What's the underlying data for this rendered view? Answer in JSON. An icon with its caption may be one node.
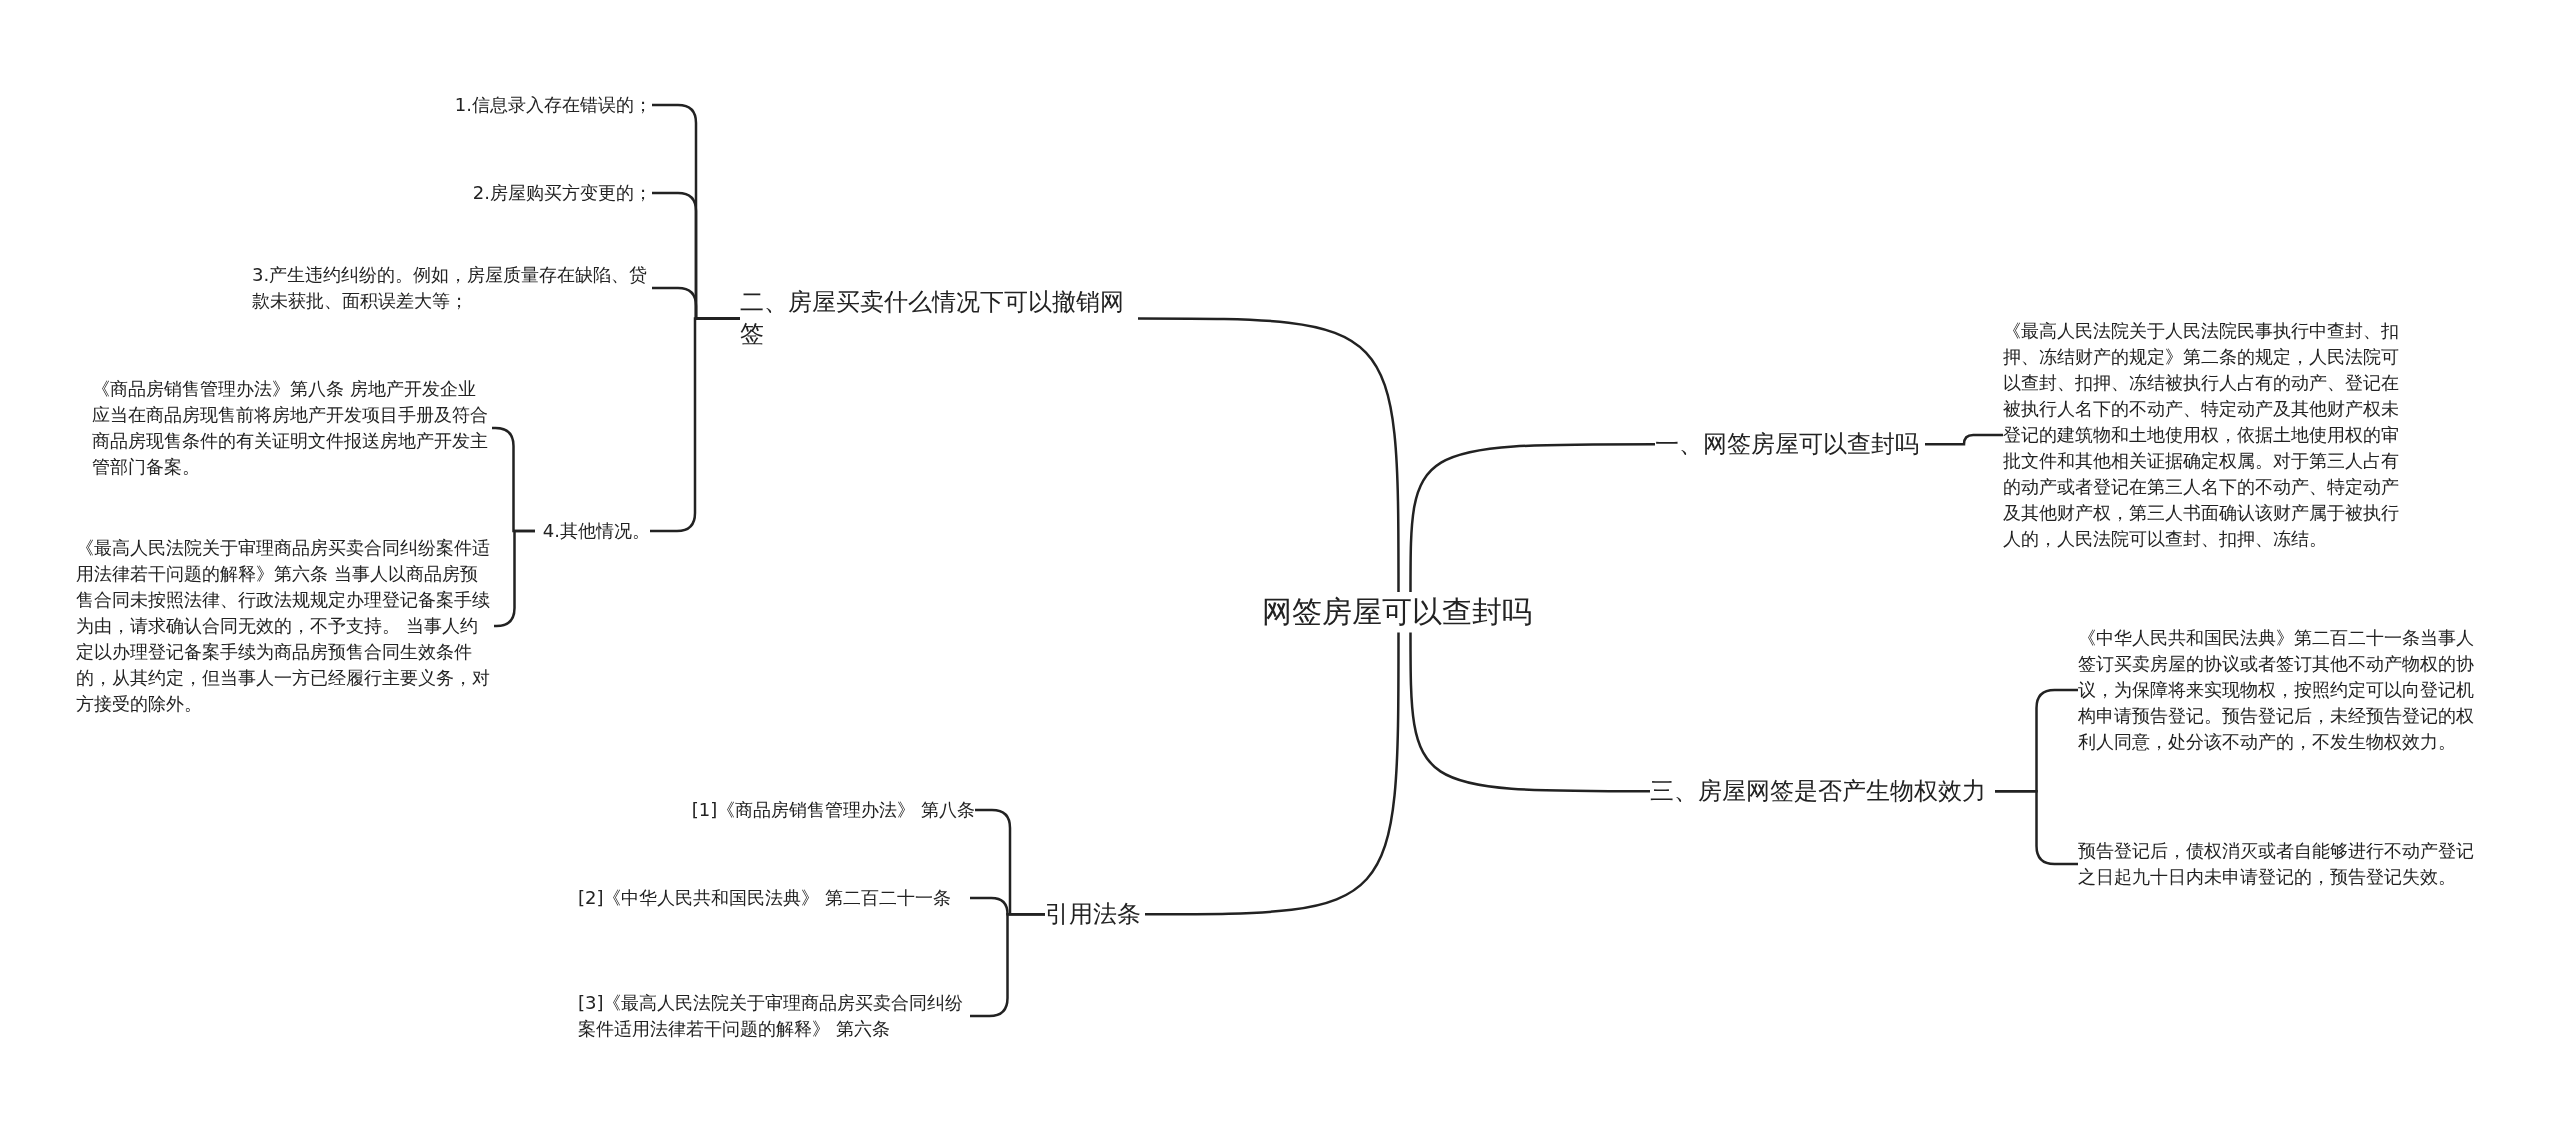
{
  "diagram": {
    "nodes": [
      {
        "text": [
          "网签房屋可以查封吗"
        ]
      },
      {
        "text": [
          "二、房屋买卖什么情况下可以撤销网签"
        ]
      },
      {
        "text": [
          "1.信息录入存在错误的；"
        ]
      },
      {
        "text": [
          "2.房屋购买方变更的；"
        ]
      },
      {
        "text": [
          "3.产生违约纠纷的。例如，房屋质量存在缺陷、贷款未获批、面积误差大等；"
        ]
      },
      {
        "text": [
          "4.其他情况。"
        ]
      },
      {
        "text": [
          "《商品房销售管理办法》第八条 房地产开发企业应当在商品房现售前将房地产开发项目手册及符合商品房现售条件的有关证明文件报送房地产开发主管部门备案。"
        ]
      },
      {
        "text": [
          "《最高人民法院关于审理商品房买卖合同纠纷案件适用法律若干问题的解释》第六条 当事人以商品房预售合同未按照法律、行政法规规定办理登记备案手续为由，请求确认合同无效的，不予支持。 当事人约定以办理登记备案手续为商品房预售合同生效条件的，从其约定，但当事人一方已经履行主要义务，对方接受的除外。"
        ]
      },
      {
        "text": [
          "一、网签房屋可以查封吗"
        ]
      },
      {
        "text": [
          "《最高人民法院关于人民法院民事执行中查封、扣押、冻结财产的规定》第二条的规定，人民法院可以查封、扣押、冻结被执行人占有的动产、登记在被执行人名下的不动产、特定动产及其他财产权未登记的建筑物和土地使用权，依据土地使用权的审批文件和其他相关证据确定权属。对于第三人占有的动产或者登记在第三人名下的不动产、特定动产及其他财产权，第三人书面确认该财产属于被执行人的，人民法院可以查封、扣押、冻结。"
        ]
      },
      {
        "text": [
          "三、房屋网签是否产生物权效力"
        ]
      },
      {
        "text": [
          "《中华人民共和国民法典》第二百二十一条当事人签订买卖房屋的协议或者签订其他不动产物权的协议，为保障将来实现物权，按照约定可以向登记机构申请预告登记。预告登记后，未经预告登记的权利人同意，处分该不动产的，不发生物权效力。"
        ]
      },
      {
        "text": [
          "预告登记后，债权消灭或者自能够进行不动产登记之日起九十日内未申请登记的，预告登记失效。"
        ]
      },
      {
        "text": [
          "引用法条"
        ]
      },
      {
        "text": [
          "[1]《商品房销售管理办法》 第八条"
        ]
      },
      {
        "text": [
          "[2]《中华人民共和国民法典》 第二百二十一条"
        ]
      },
      {
        "text": [
          "[3]《最高人民法院关于审理商品房买卖合同纠纷案件适用法律若干问题的解释》 第六条"
        ]
      }
    ],
    "edges": [
      {
        "from": 0,
        "to": 1,
        "arrow": "none"
      },
      {
        "from": 1,
        "to": 2,
        "arrow": "none"
      },
      {
        "from": 1,
        "to": 3,
        "arrow": "none"
      },
      {
        "from": 1,
        "to": 4,
        "arrow": "none"
      },
      {
        "from": 1,
        "to": 5,
        "arrow": "none"
      },
      {
        "from": 5,
        "to": 6,
        "arrow": "none"
      },
      {
        "from": 5,
        "to": 7,
        "arrow": "none"
      },
      {
        "from": 0,
        "to": 8,
        "arrow": "none"
      },
      {
        "from": 8,
        "to": 9,
        "arrow": "none"
      },
      {
        "from": 0,
        "to": 10,
        "arrow": "none"
      },
      {
        "from": 10,
        "to": 11,
        "arrow": "none"
      },
      {
        "from": 10,
        "to": 12,
        "arrow": "none"
      },
      {
        "from": 0,
        "to": 13,
        "arrow": "none"
      },
      {
        "from": 13,
        "to": 14,
        "arrow": "none"
      },
      {
        "from": 13,
        "to": 15,
        "arrow": "none"
      },
      {
        "from": 13,
        "to": 16,
        "arrow": "none"
      }
    ]
  }
}
